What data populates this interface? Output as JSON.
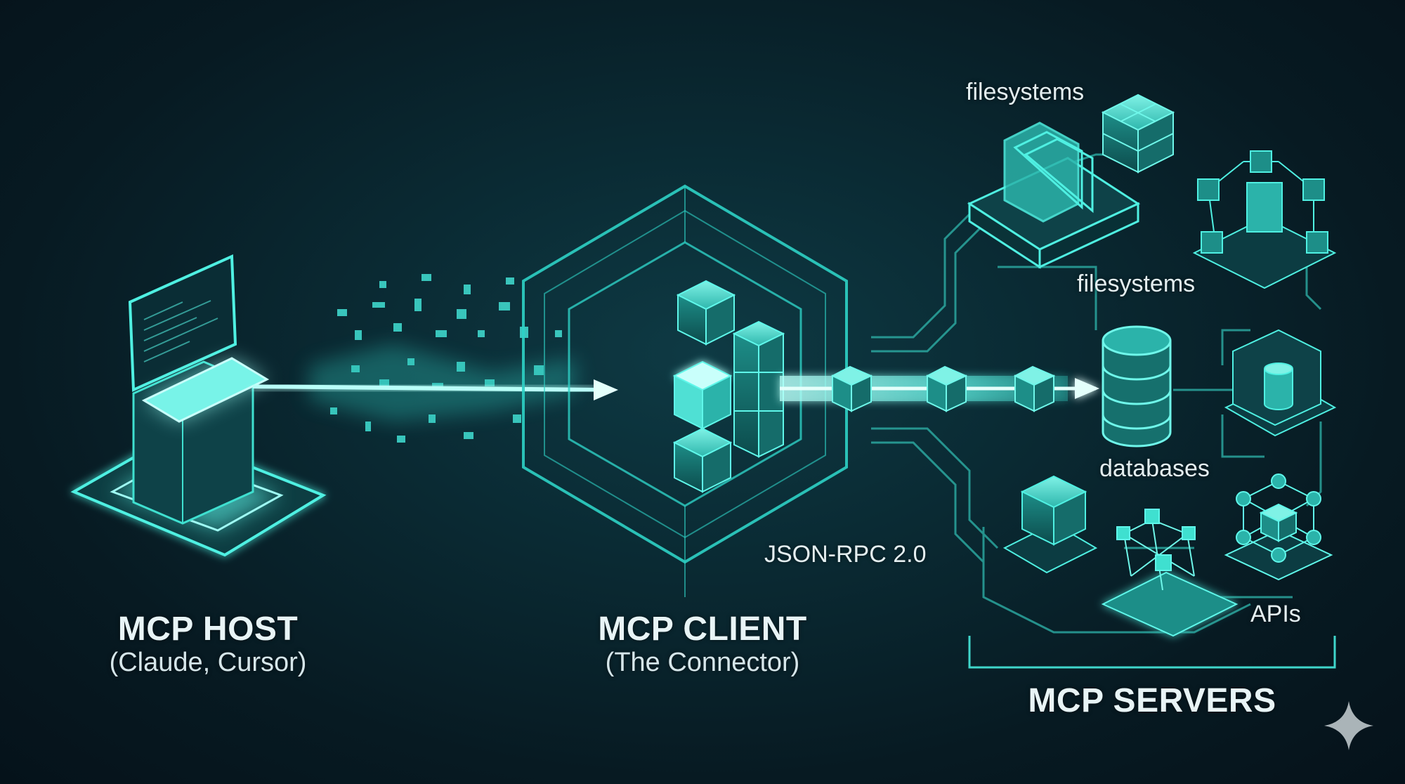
{
  "colors": {
    "accent": "#3fe0d0",
    "accent_dim": "#1f8f8a",
    "glow": "#7ff7ee",
    "text": "#e8f4f6",
    "background": "#071a22"
  },
  "host": {
    "title": "MCP HOST",
    "subtitle": "(Claude, Cursor)"
  },
  "client": {
    "title": "MCP CLIENT",
    "subtitle": "(The Connector)"
  },
  "protocol": {
    "label": "JSON-RPC 2.0"
  },
  "servers": {
    "title": "MCP SERVERS",
    "labels": {
      "filesystems_top": "filesystems",
      "filesystems_mid": "filesystems",
      "databases": "databases",
      "apis": "APIs"
    }
  },
  "icons": {
    "host": "terminal-kiosk-icon",
    "client": "stacked-cubes-hexagon-icon",
    "folder": "folder-stack-icon",
    "database": "database-cylinder-icon",
    "network": "node-network-icon",
    "sparkle": "sparkle-icon"
  }
}
